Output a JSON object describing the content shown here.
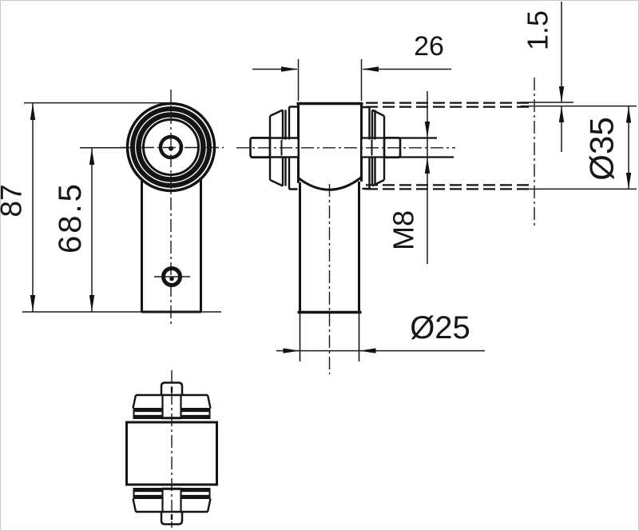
{
  "drawing": {
    "type": "technical-dimension-drawing",
    "part": "swivel rod-end with M8 studs",
    "colors": {
      "line": "#141414",
      "background": "#ffffff"
    },
    "labels": {
      "block_width": "26",
      "wall_thickness": "1.5",
      "tube_diameter": "Ø35",
      "overall_height": "87",
      "center_height": "68.5",
      "thread_size": "M8",
      "rod_diameter": "Ø25"
    }
  }
}
